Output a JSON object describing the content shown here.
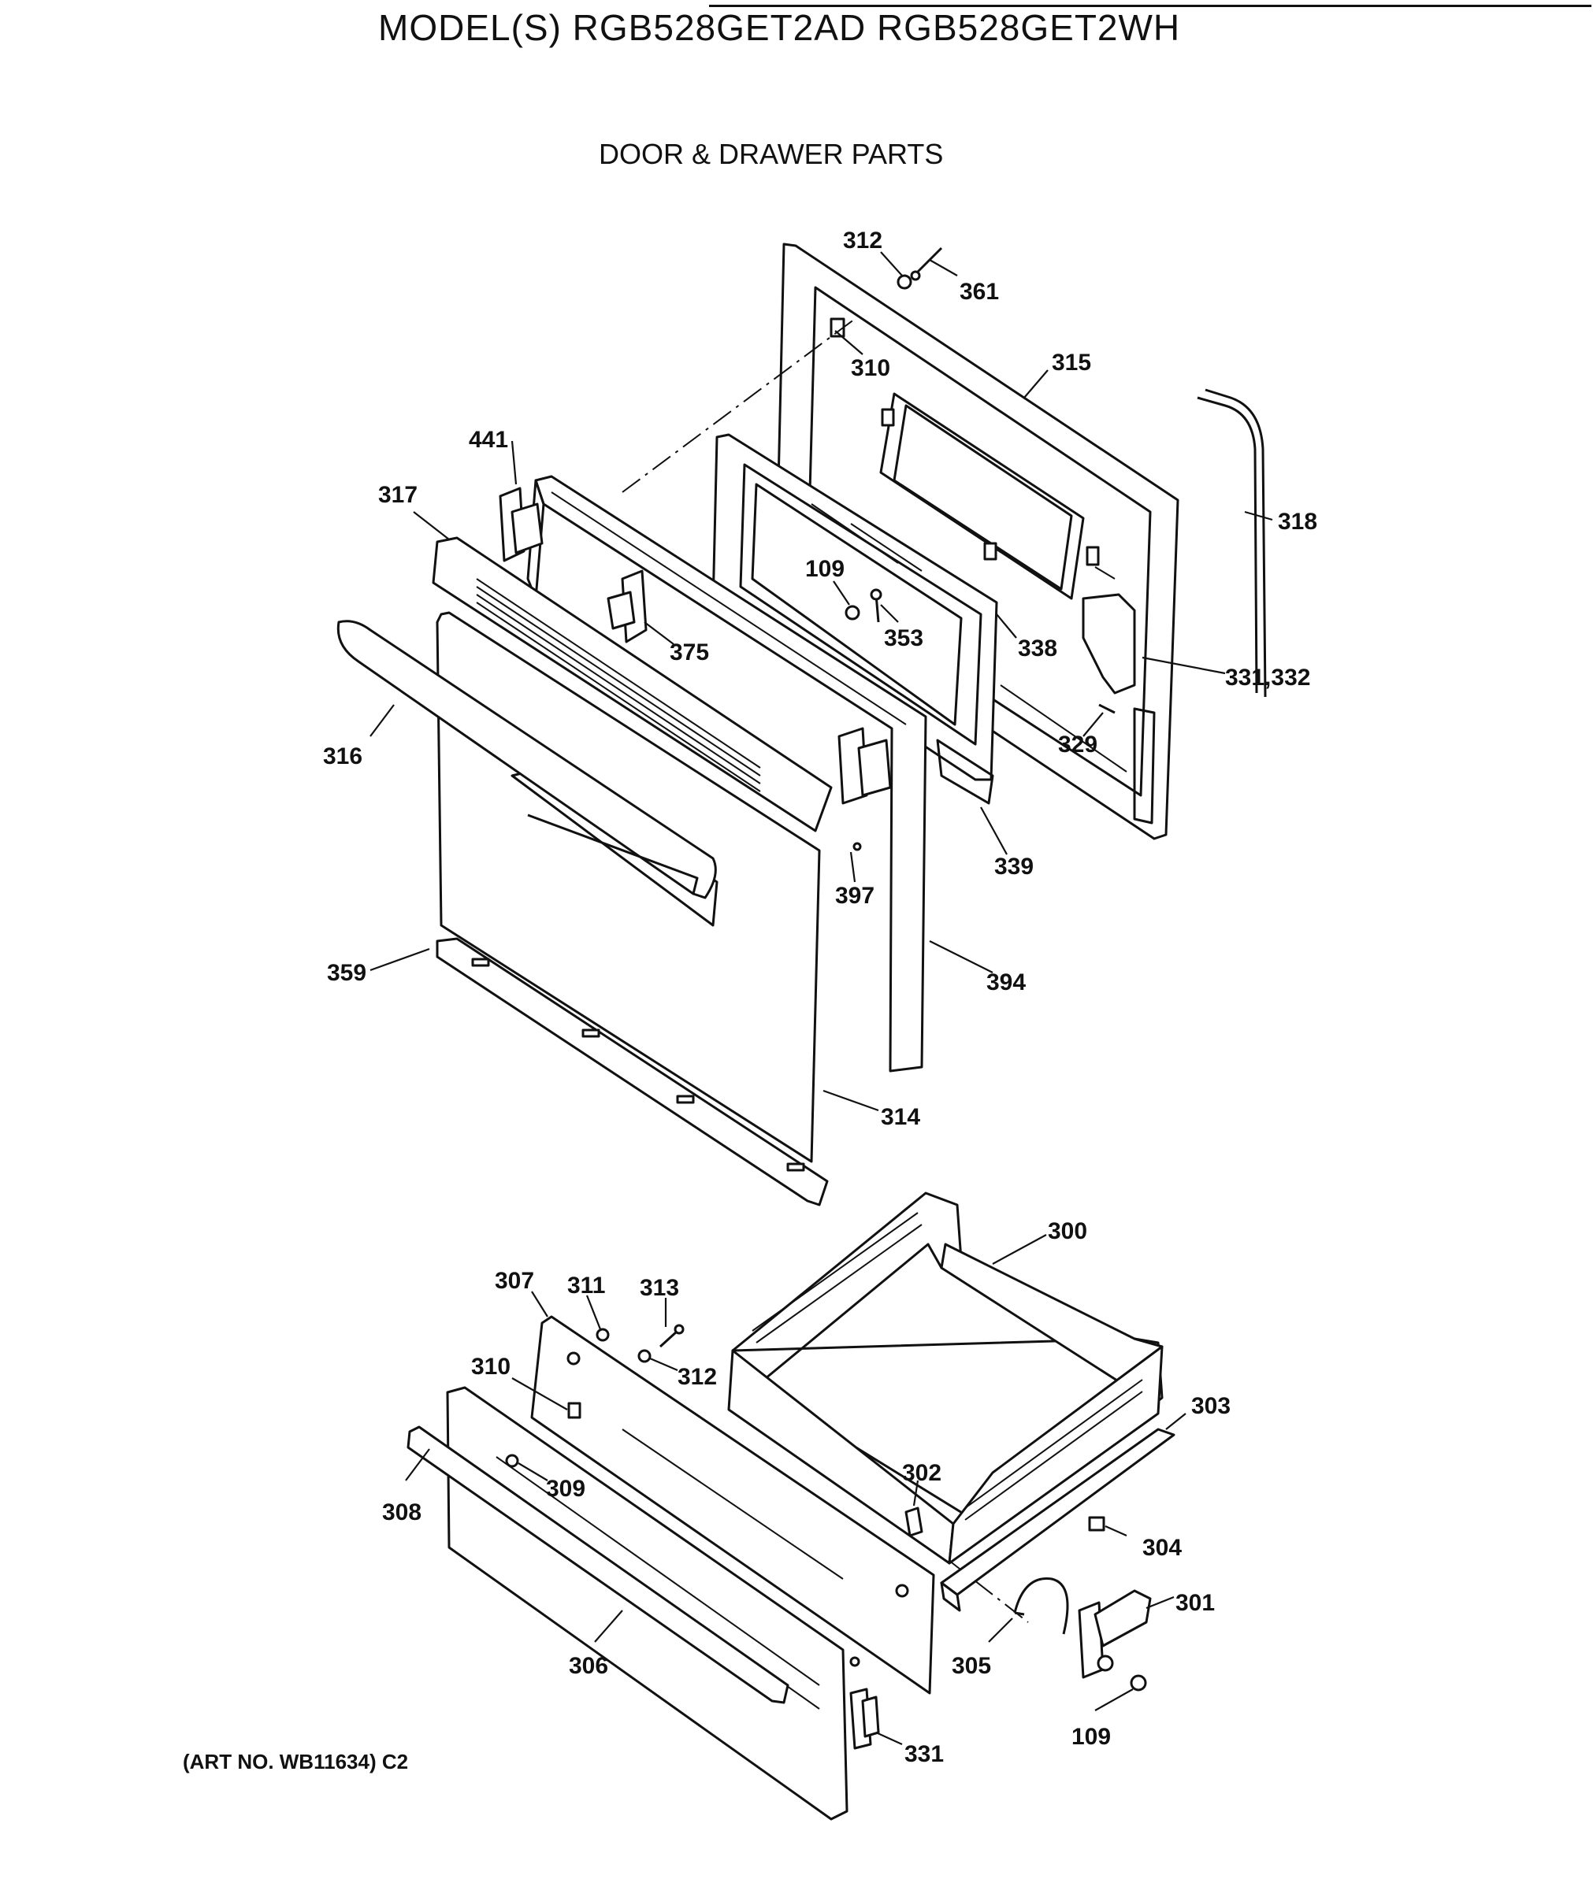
{
  "header": {
    "model_text": "MODEL(S) RGB528GET2AD  RGB528GET2WH",
    "section_title": "DOOR & DRAWER PARTS"
  },
  "footer": {
    "art_number": "(ART NO. WB11634) C2"
  },
  "parts": {
    "p312a": "312",
    "p361": "361",
    "p310a": "310",
    "p315": "315",
    "p441": "441",
    "p317": "317",
    "p318": "318",
    "p109a": "109",
    "p353": "353",
    "p338": "338",
    "p375": "375",
    "p331_332": "331,332",
    "p316": "316",
    "p329": "329",
    "p339": "339",
    "p397": "397",
    "p359": "359",
    "p394": "394",
    "p314": "314",
    "p300": "300",
    "p307": "307",
    "p311": "311",
    "p313": "313",
    "p310b": "310",
    "p312b": "312",
    "p303": "303",
    "p302": "302",
    "p309": "309",
    "p308": "308",
    "p304": "304",
    "p301": "301",
    "p305": "305",
    "p306": "306",
    "p109b": "109",
    "p331": "331"
  }
}
